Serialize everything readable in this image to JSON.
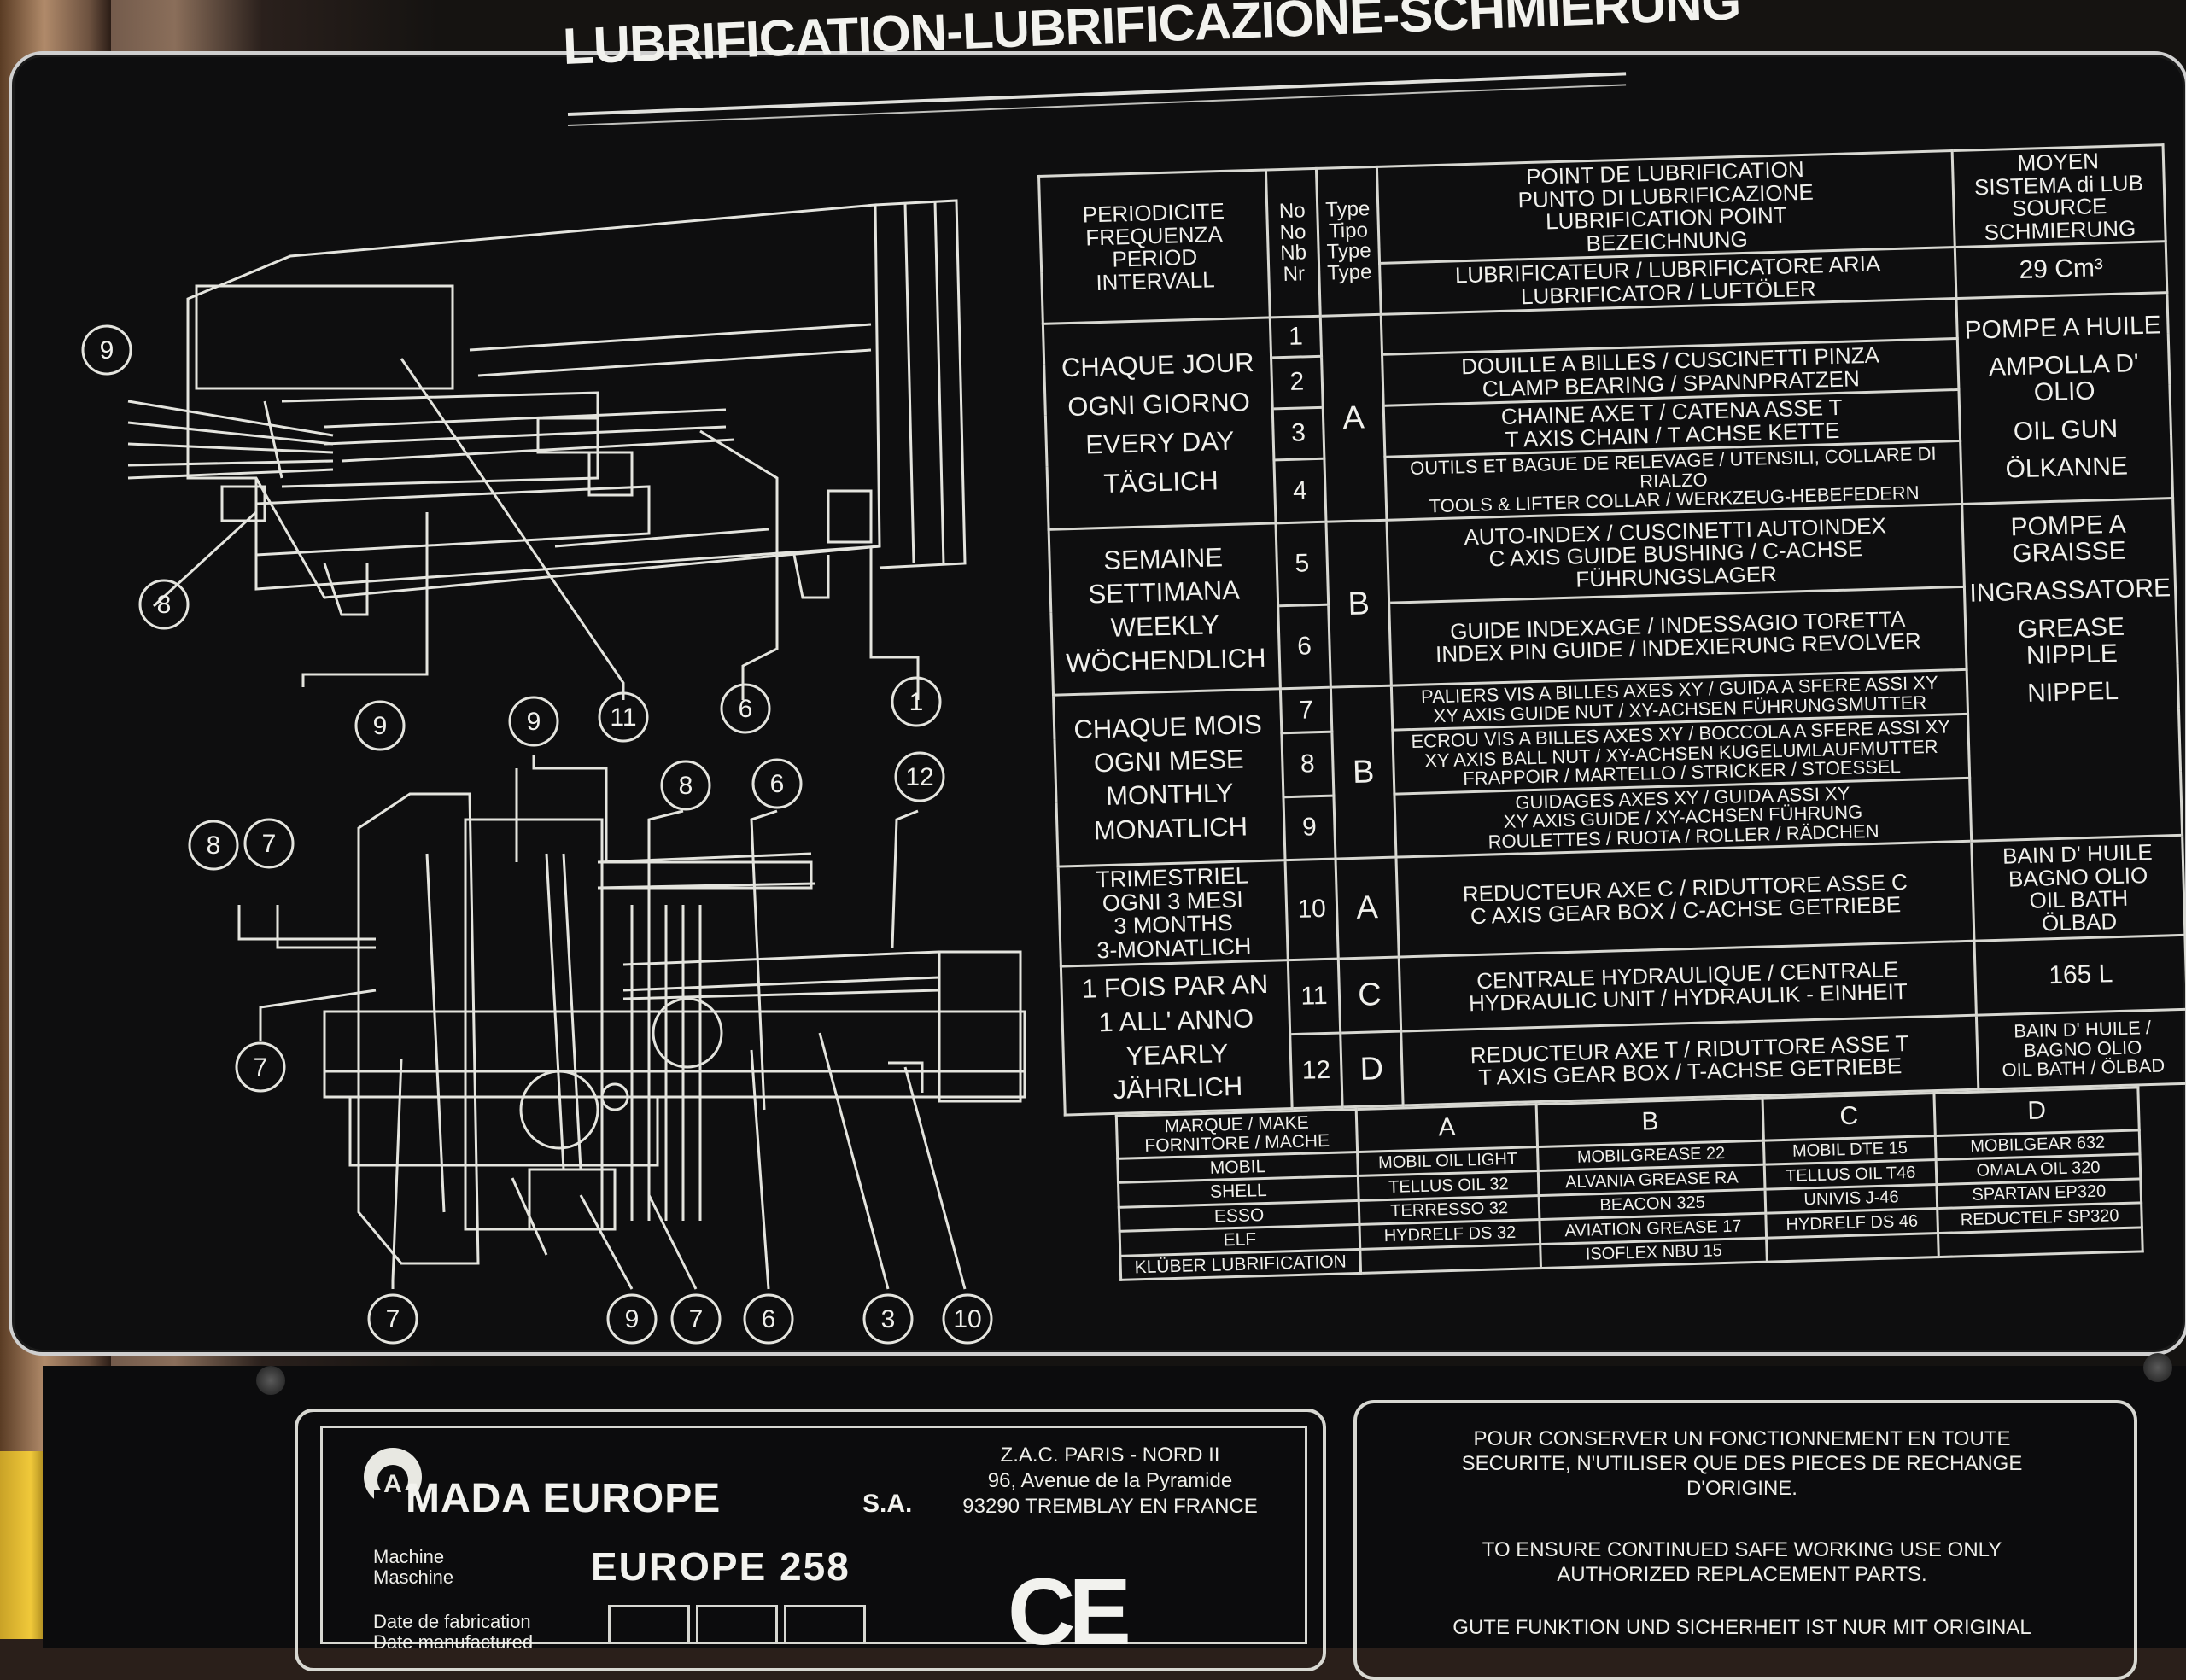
{
  "title": "LUBRIFICATION-LUBRIFICAZIONE-SCHMIERUNG",
  "diagram": {
    "callouts_top": [
      "9",
      "8",
      "9",
      "11",
      "6",
      "1"
    ],
    "callouts_bottom": [
      "9",
      "8",
      "6",
      "12",
      "8",
      "7",
      "7",
      "7",
      "9",
      "7",
      "6",
      "3",
      "10"
    ]
  },
  "table": {
    "header": {
      "period": [
        "PERIODICITE",
        "FREQUENZA",
        "PERIOD",
        "INTERVALL"
      ],
      "no": [
        "No",
        "No",
        "Nb",
        "Nr"
      ],
      "type": [
        "Type",
        "Tipo",
        "Type",
        "Type"
      ],
      "point": [
        "POINT DE LUBRIFICATION",
        "PUNTO DI LUBRIFICAZIONE",
        "LUBRIFICATION POINT",
        "BEZEICHNUNG"
      ],
      "source": [
        "MOYEN",
        "SISTEMA di LUB",
        "SOURCE",
        "SCHMIERUNG"
      ]
    },
    "lubricator": {
      "text": [
        "LUBRIFICATEUR / LUBRIFICATORE ARIA",
        "LUBRIFICATOR / LUFTÖLER"
      ],
      "source": "29 Cm³"
    },
    "groups": [
      {
        "period": [
          "CHAQUE JOUR",
          "OGNI GIORNO",
          "EVERY DAY",
          "TÄGLICH"
        ],
        "type": "A",
        "source": [
          "POMPE A HUILE",
          "AMPOLLA D' OLIO",
          "OIL GUN",
          "ÖLKANNE"
        ],
        "rows": [
          {
            "no": "1",
            "text": []
          },
          {
            "no": "2",
            "text": [
              "DOUILLE A BILLES / CUSCINETTI PINZA",
              "CLAMP BEARING / SPANNPRATZEN"
            ]
          },
          {
            "no": "3",
            "text": [
              "CHAINE AXE T / CATENA ASSE T",
              "T AXIS CHAIN / T ACHSE KETTE"
            ]
          },
          {
            "no": "4",
            "text": [
              "OUTILS ET BAGUE DE RELEVAGE / UTENSILI, COLLARE DI RIALZO",
              "TOOLS & LIFTER COLLAR / WERKZEUG-HEBEFEDERN"
            ]
          }
        ]
      },
      {
        "period": [
          "SEMAINE",
          "SETTIMANA",
          "WEEKLY",
          "WÖCHENDLICH"
        ],
        "type": "B",
        "source": [
          "POMPE A GRAISSE",
          "INGRASSATORE",
          "GREASE NIPPLE",
          "NIPPEL"
        ],
        "rows": [
          {
            "no": "5",
            "text": [
              "AUTO-INDEX / CUSCINETTI AUTOINDEX",
              "C AXIS GUIDE BUSHING / C-ACHSE FÜHRUNGSLAGER"
            ]
          },
          {
            "no": "6",
            "text": [
              "GUIDE INDEXAGE / INDESSAGIO TORETTA",
              "INDEX PIN GUIDE / INDEXIERUNG REVOLVER"
            ]
          }
        ]
      },
      {
        "period": [
          "CHAQUE MOIS",
          "OGNI MESE",
          "MONTHLY",
          "MONATLICH"
        ],
        "type": "B",
        "rows": [
          {
            "no": "7",
            "text": [
              "PALIERS VIS A BILLES AXES XY / GUIDA A SFERE ASSI XY",
              "XY AXIS GUIDE NUT / XY-ACHSEN FÜHRUNGSMUTTER"
            ]
          },
          {
            "no": "8",
            "text": [
              "ECROU VIS A BILLES AXES XY / BOCCOLA A SFERE ASSI XY",
              "XY AXIS BALL NUT / XY-ACHSEN KUGELUMLAUFMUTTER",
              "FRAPPOIR / MARTELLO / STRICKER / STOESSEL"
            ]
          },
          {
            "no": "9",
            "text": [
              "GUIDAGES AXES XY / GUIDA ASSI XY",
              "XY AXIS GUIDE / XY-ACHSEN FÜHRUNG",
              "ROULETTES / RUOTA / ROLLER / RÄDCHEN"
            ]
          }
        ]
      },
      {
        "period": [
          "TRIMESTRIEL",
          "OGNI 3 MESI",
          "3 MONTHS",
          "3-MONATLICH"
        ],
        "type": "A",
        "source": [
          "BAIN D' HUILE",
          "BAGNO OLIO",
          "OIL BATH",
          "ÖLBAD"
        ],
        "rows": [
          {
            "no": "10",
            "text": [
              "REDUCTEUR AXE C / RIDUTTORE ASSE C",
              "C AXIS GEAR BOX / C-ACHSE GETRIEBE"
            ]
          }
        ]
      },
      {
        "period": [
          "1 FOIS PAR AN",
          "1 ALL' ANNO",
          "YEARLY",
          "JÄHRLICH"
        ],
        "rows": [
          {
            "no": "11",
            "type": "C",
            "text": [
              "CENTRALE HYDRAULIQUE / CENTRALE",
              "HYDRAULIC UNIT / HYDRAULIK - EINHEIT"
            ],
            "source": [
              "165 L"
            ]
          },
          {
            "no": "12",
            "type": "D",
            "text": [
              "REDUCTEUR AXE T / RIDUTTORE ASSE T",
              "T AXIS GEAR BOX / T-ACHSE GETRIEBE"
            ],
            "source": [
              "BAIN D' HUILE / BAGNO OLIO",
              "OIL BATH / ÖLBAD"
            ]
          }
        ]
      }
    ],
    "brands": {
      "label": [
        "MARQUE / MAKE",
        "FORNITORE / MACHE"
      ],
      "cols": [
        "A",
        "B",
        "C",
        "D"
      ],
      "rows": [
        {
          "name": "MOBIL",
          "vals": [
            "MOBIL OIL LIGHT",
            "MOBILGREASE 22",
            "MOBIL DTE 15",
            "MOBILGEAR 632"
          ]
        },
        {
          "name": "SHELL",
          "vals": [
            "TELLUS OIL 32",
            "ALVANIA GREASE RA",
            "TELLUS OIL T46",
            "OMALA OIL 320"
          ]
        },
        {
          "name": "ESSO",
          "vals": [
            "TERRESSO 32",
            "BEACON 325",
            "UNIVIS J-46",
            "SPARTAN EP320"
          ]
        },
        {
          "name": "ELF",
          "vals": [
            "HYDRELF DS 32",
            "AVIATION GREASE 17",
            "HYDRELF DS 46",
            "REDUCTELF SP320"
          ]
        },
        {
          "name": "KLÜBER LUBRIFICATION",
          "vals": [
            "",
            "ISOFLEX NBU 15",
            "",
            ""
          ]
        }
      ]
    }
  },
  "company": {
    "logo_initial": "A",
    "name": "MADA EUROPE",
    "suffix": "S.A.",
    "address": [
      "Z.A.C. PARIS - NORD II",
      "96, Avenue de la Pyramide",
      "93290 TREMBLAY EN FRANCE"
    ],
    "machine_label": [
      "Machine",
      "Maschine"
    ],
    "machine_value": "EUROPE 258",
    "date_label": [
      "Date de fabrication",
      "Date manufactured"
    ],
    "ce_mark": "CE"
  },
  "warning": {
    "fr": [
      "POUR CONSERVER UN FONCTIONNEMENT EN TOUTE",
      "SECURITE, N'UTILISER QUE DES PIECES DE RECHANGE",
      "D'ORIGINE."
    ],
    "en": [
      "TO ENSURE CONTINUED SAFE WORKING USE ONLY",
      "AUTHORIZED REPLACEMENT PARTS."
    ],
    "de": [
      "GUTE FUNKTION UND SICHERHEIT IST NUR MIT ORIGINAL"
    ]
  }
}
